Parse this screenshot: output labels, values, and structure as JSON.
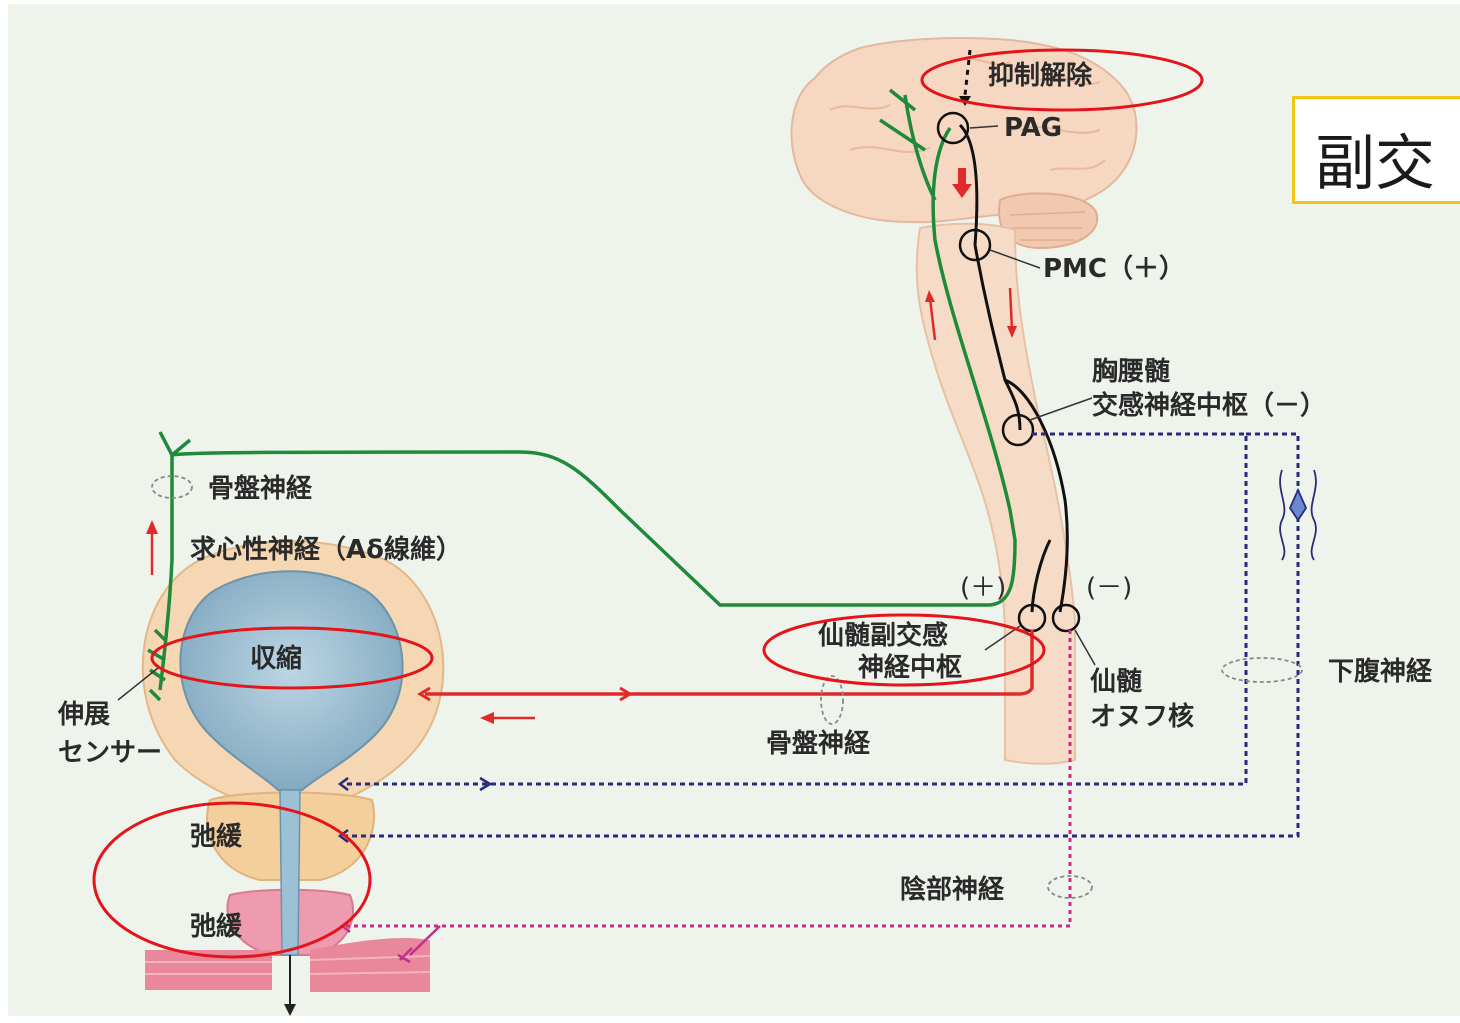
{
  "title_box": {
    "text": "副交"
  },
  "labels": {
    "inhibition_release": "抑制解除",
    "pag": "PAG",
    "pmc": "PMC（＋）",
    "thoracolumbar_line1": "胸腰髄",
    "thoracolumbar_line2": "交感神経中枢（－）",
    "pelvic_nerve_top": "骨盤神経",
    "afferent_nerve": "求心性神経（Aδ線維）",
    "plus_sign": "(＋)",
    "minus_sign": "(－)",
    "sacral_para_line1": "仙髄副交感",
    "sacral_para_line2": "神経中枢",
    "sacral_onuf_line1": "仙髄",
    "sacral_onuf_line2": "オヌフ核",
    "hypogastric_nerve": "下腹神経",
    "contraction": "収縮",
    "stretch_line1": "伸展",
    "stretch_line2": "センサー",
    "pelvic_nerve_bottom": "骨盤神経",
    "relax_1": "弛緩",
    "relax_2": "弛緩",
    "pudendal_nerve": "陰部神経"
  },
  "colors": {
    "background": "#eef4ec",
    "afferent_green": "#1f8a3a",
    "efferent_red": "#e02a2a",
    "sympathetic_navy": "#2a2a7a",
    "pudendal_magenta": "#c0308a",
    "highlight_ellipse": "#e4141b",
    "title_border": "#f2c418"
  }
}
